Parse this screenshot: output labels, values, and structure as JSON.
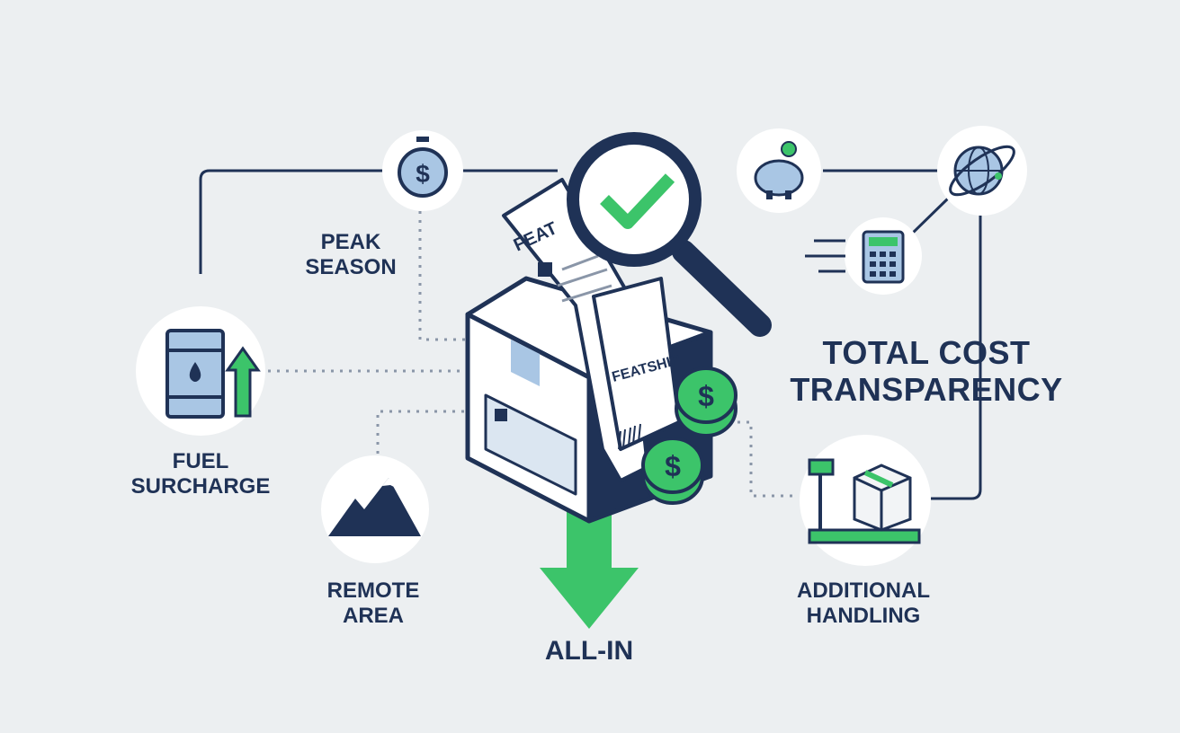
{
  "labels": {
    "peak_season": [
      "PEAK",
      "SEASON"
    ],
    "fuel_surcharge": [
      "FUEL",
      "SURCHARGE"
    ],
    "remote_area": [
      "REMOTE",
      "AREA"
    ],
    "all_in": "ALL-IN",
    "total_cost_transparency": [
      "TOTAL COST",
      "TRANSPARENCY"
    ],
    "additional_handling": [
      "ADDITIONAL",
      "HANDLING"
    ]
  },
  "receipt": {
    "top_text": "FEAT",
    "side_text": "FEATSHIP"
  },
  "icons": [
    "stopwatch-dollar-icon",
    "fuel-barrel-icon",
    "mountain-icon",
    "piggy-bank-icon",
    "globe-icon",
    "calculator-icon",
    "scale-icon",
    "magnifier-check-icon",
    "coin-icon",
    "arrow-down-icon"
  ],
  "colors": {
    "navy": "#1f3256",
    "green": "#3cc46a",
    "light_blue": "#a9c6e4",
    "background": "#eceff1"
  }
}
